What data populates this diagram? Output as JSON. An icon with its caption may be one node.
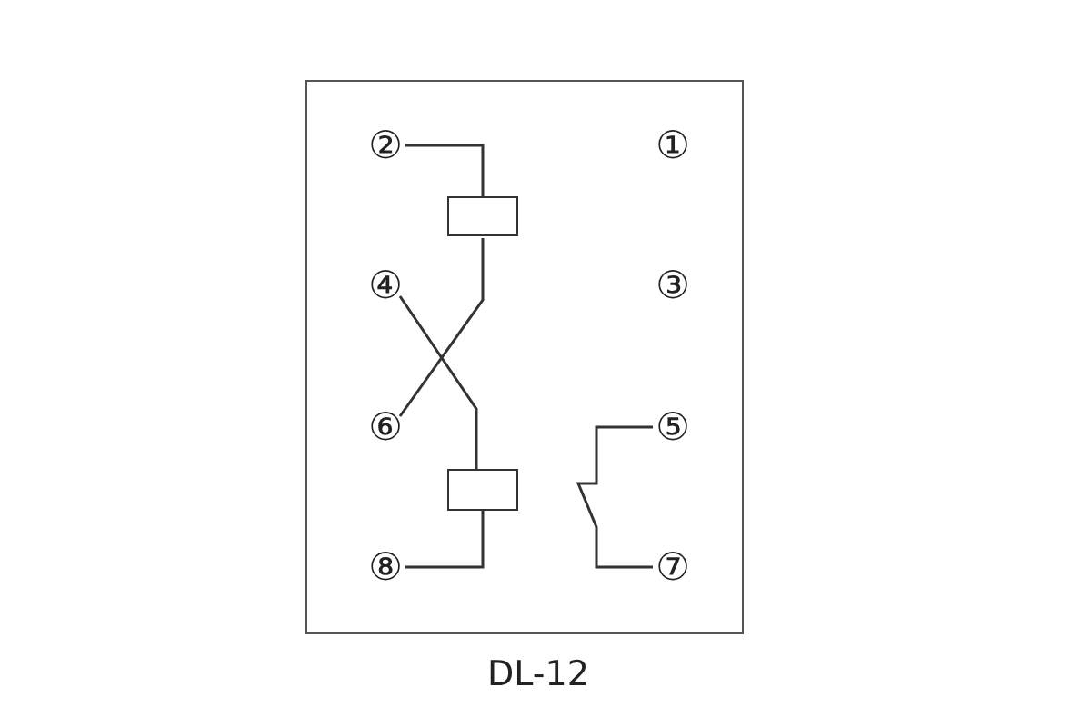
{
  "diagram": {
    "caption": "DL-12",
    "nodes": [
      {
        "text": [],
        "shape": "box"
      },
      {
        "text": [
          "②"
        ],
        "in": 0
      },
      {
        "text": [
          "①"
        ],
        "in": 0
      },
      {
        "text": [],
        "shape": "box",
        "in": 0
      },
      {
        "text": [
          "④"
        ],
        "in": 0
      },
      {
        "text": [
          "③"
        ],
        "in": 0
      },
      {
        "text": [
          "⑥"
        ],
        "in": 0
      },
      {
        "text": [
          "⑤"
        ],
        "in": 0
      },
      {
        "text": [],
        "shape": "box",
        "in": 0
      },
      {
        "text": [
          "⑧"
        ],
        "in": 0
      },
      {
        "text": [
          "⑦"
        ],
        "in": 0
      }
    ],
    "edges": [
      {
        "from": 1,
        "to": 3,
        "arrow": "none"
      },
      {
        "from": 3,
        "to": 6,
        "arrow": "none"
      },
      {
        "from": 4,
        "to": 8,
        "arrow": "none"
      },
      {
        "from": 8,
        "to": 9,
        "arrow": "none"
      },
      {
        "from": 7,
        "to": 10,
        "arrow": "none"
      }
    ]
  }
}
